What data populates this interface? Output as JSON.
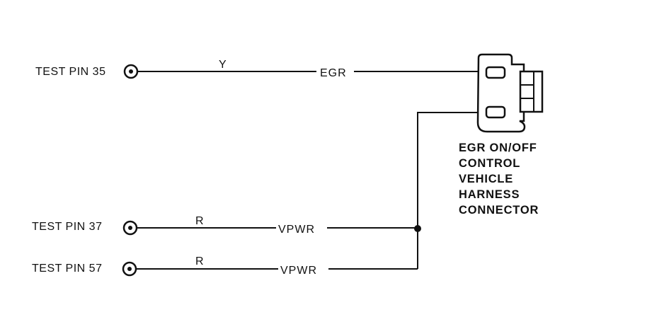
{
  "pins": [
    {
      "label": "TEST PIN 35",
      "color_code": "Y",
      "signal": "EGR"
    },
    {
      "label": "TEST PIN 37",
      "color_code": "R",
      "signal": "VPWR"
    },
    {
      "label": "TEST PIN 57",
      "color_code": "R",
      "signal": "VPWR"
    }
  ],
  "connector": {
    "caption_lines": [
      "EGR ON/OFF",
      "CONTROL",
      "VEHICLE",
      "HARNESS",
      "CONNECTOR"
    ]
  },
  "colors": {
    "ink": "#111111",
    "background": "#ffffff"
  }
}
